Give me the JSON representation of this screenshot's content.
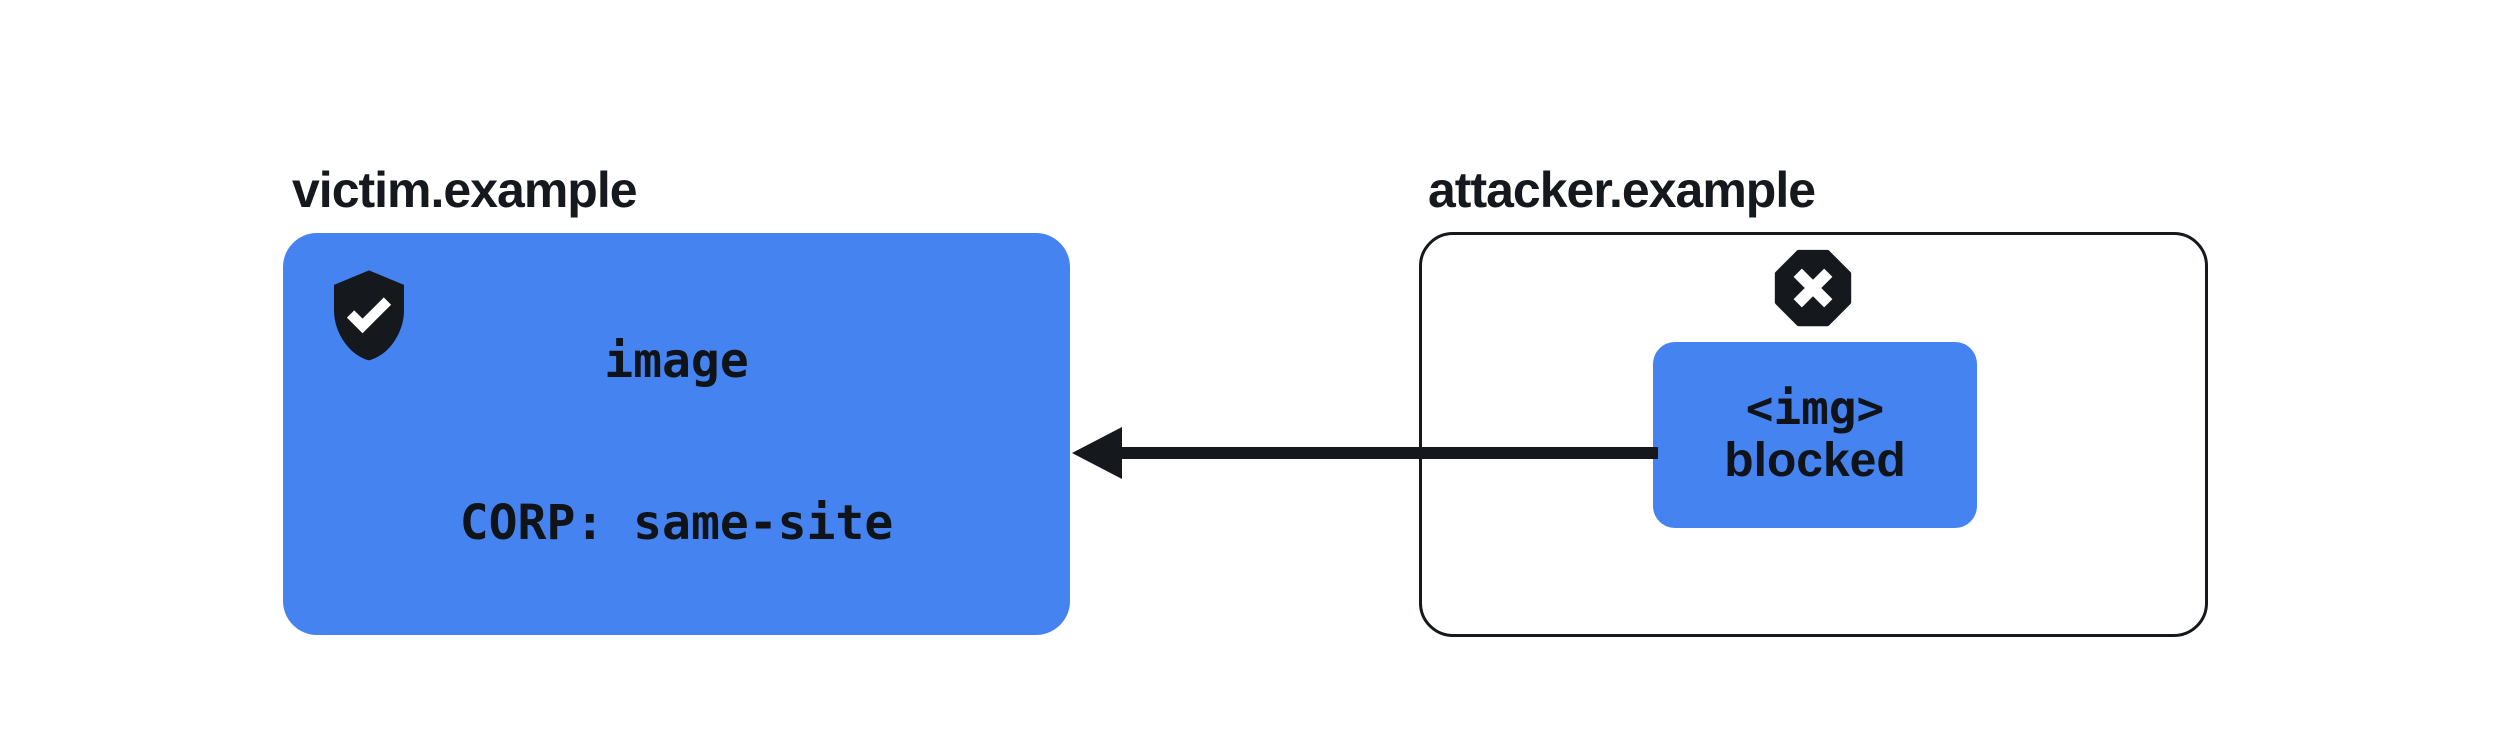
{
  "colors": {
    "accent_blue": "#4584f0",
    "ink_dark": "#15181d",
    "background": "#ffffff",
    "icon_glyph_white": "#ffffff"
  },
  "victim": {
    "domain_label": "victim.example",
    "icon": "shield-check-icon",
    "resource_line1": "image",
    "resource_line2": "CORP: same-site"
  },
  "attacker": {
    "domain_label": "attacker.example",
    "icon": "blocked-x-icon",
    "request_line1": "<img>",
    "request_line2": "blocked"
  },
  "arrow": {
    "name": "request-arrow",
    "direction": "attacker-to-victim"
  }
}
